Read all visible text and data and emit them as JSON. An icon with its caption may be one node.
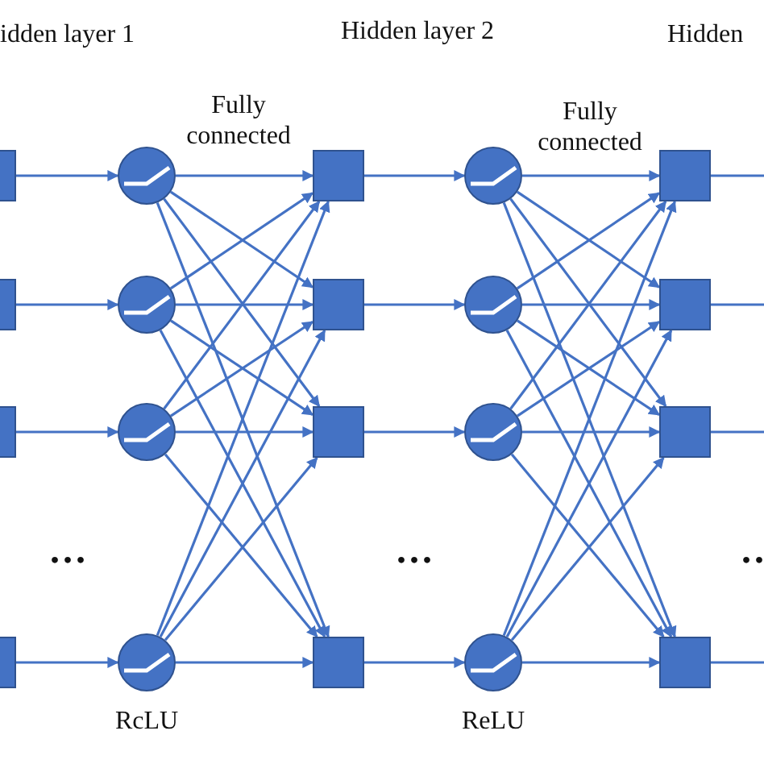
{
  "diagram": {
    "nodes": [
      {
        "text": [],
        "shape": "box"
      },
      {
        "text": [],
        "shape": "box"
      },
      {
        "text": [],
        "shape": "box"
      },
      {
        "text": [],
        "shape": "box"
      },
      {
        "text": [],
        "shape": "circle"
      },
      {
        "text": [],
        "shape": "circle"
      },
      {
        "text": [],
        "shape": "circle"
      },
      {
        "text": [],
        "shape": "circle"
      },
      {
        "text": [],
        "shape": "box"
      },
      {
        "text": [],
        "shape": "box"
      },
      {
        "text": [],
        "shape": "box"
      },
      {
        "text": [],
        "shape": "box"
      },
      {
        "text": [],
        "shape": "circle"
      },
      {
        "text": [],
        "shape": "circle"
      },
      {
        "text": [],
        "shape": "circle"
      },
      {
        "text": [],
        "shape": "circle"
      },
      {
        "text": [],
        "shape": "box"
      },
      {
        "text": [],
        "shape": "box"
      },
      {
        "text": [],
        "shape": "box"
      },
      {
        "text": [],
        "shape": "box"
      }
    ],
    "edges": [
      {
        "from": 0,
        "to": 4,
        "arrow": "to"
      },
      {
        "from": 1,
        "to": 5,
        "arrow": "to"
      },
      {
        "from": 2,
        "to": 6,
        "arrow": "to"
      },
      {
        "from": 3,
        "to": 7,
        "arrow": "to"
      },
      {
        "from": 4,
        "to": 8,
        "arrow": "to"
      },
      {
        "from": 4,
        "to": 9,
        "arrow": "to"
      },
      {
        "from": 4,
        "to": 10,
        "arrow": "to"
      },
      {
        "from": 4,
        "to": 11,
        "arrow": "to"
      },
      {
        "from": 5,
        "to": 8,
        "arrow": "to"
      },
      {
        "from": 5,
        "to": 9,
        "arrow": "to"
      },
      {
        "from": 5,
        "to": 10,
        "arrow": "to"
      },
      {
        "from": 5,
        "to": 11,
        "arrow": "to"
      },
      {
        "from": 6,
        "to": 8,
        "arrow": "to"
      },
      {
        "from": 6,
        "to": 9,
        "arrow": "to"
      },
      {
        "from": 6,
        "to": 10,
        "arrow": "to"
      },
      {
        "from": 6,
        "to": 11,
        "arrow": "to"
      },
      {
        "from": 7,
        "to": 8,
        "arrow": "to"
      },
      {
        "from": 7,
        "to": 9,
        "arrow": "to"
      },
      {
        "from": 7,
        "to": 10,
        "arrow": "to"
      },
      {
        "from": 7,
        "to": 11,
        "arrow": "to"
      },
      {
        "from": 8,
        "to": 12,
        "arrow": "to"
      },
      {
        "from": 9,
        "to": 13,
        "arrow": "to"
      },
      {
        "from": 10,
        "to": 14,
        "arrow": "to"
      },
      {
        "from": 11,
        "to": 15,
        "arrow": "to"
      },
      {
        "from": 12,
        "to": 16,
        "arrow": "to"
      },
      {
        "from": 12,
        "to": 17,
        "arrow": "to"
      },
      {
        "from": 12,
        "to": 18,
        "arrow": "to"
      },
      {
        "from": 12,
        "to": 19,
        "arrow": "to"
      },
      {
        "from": 13,
        "to": 16,
        "arrow": "to"
      },
      {
        "from": 13,
        "to": 17,
        "arrow": "to"
      },
      {
        "from": 13,
        "to": 18,
        "arrow": "to"
      },
      {
        "from": 13,
        "to": 19,
        "arrow": "to"
      },
      {
        "from": 14,
        "to": 16,
        "arrow": "to"
      },
      {
        "from": 14,
        "to": 17,
        "arrow": "to"
      },
      {
        "from": 14,
        "to": 18,
        "arrow": "to"
      },
      {
        "from": 14,
        "to": 19,
        "arrow": "to"
      },
      {
        "from": 15,
        "to": 16,
        "arrow": "to"
      },
      {
        "from": 15,
        "to": 17,
        "arrow": "to"
      },
      {
        "from": 15,
        "to": 18,
        "arrow": "to"
      },
      {
        "from": 15,
        "to": 19,
        "arrow": "to"
      },
      {
        "from": 16,
        "to": null,
        "arrow": "none"
      },
      {
        "from": 17,
        "to": null,
        "arrow": "none"
      },
      {
        "from": 18,
        "to": null,
        "arrow": "none"
      },
      {
        "from": 19,
        "to": null,
        "arrow": "none"
      }
    ],
    "labels": [
      "idden layer 1",
      "Hidden layer 2",
      "Hidden",
      "Fully connected",
      "Fully connected",
      "...",
      "...",
      "..",
      "RcLU",
      "ReLU"
    ]
  }
}
